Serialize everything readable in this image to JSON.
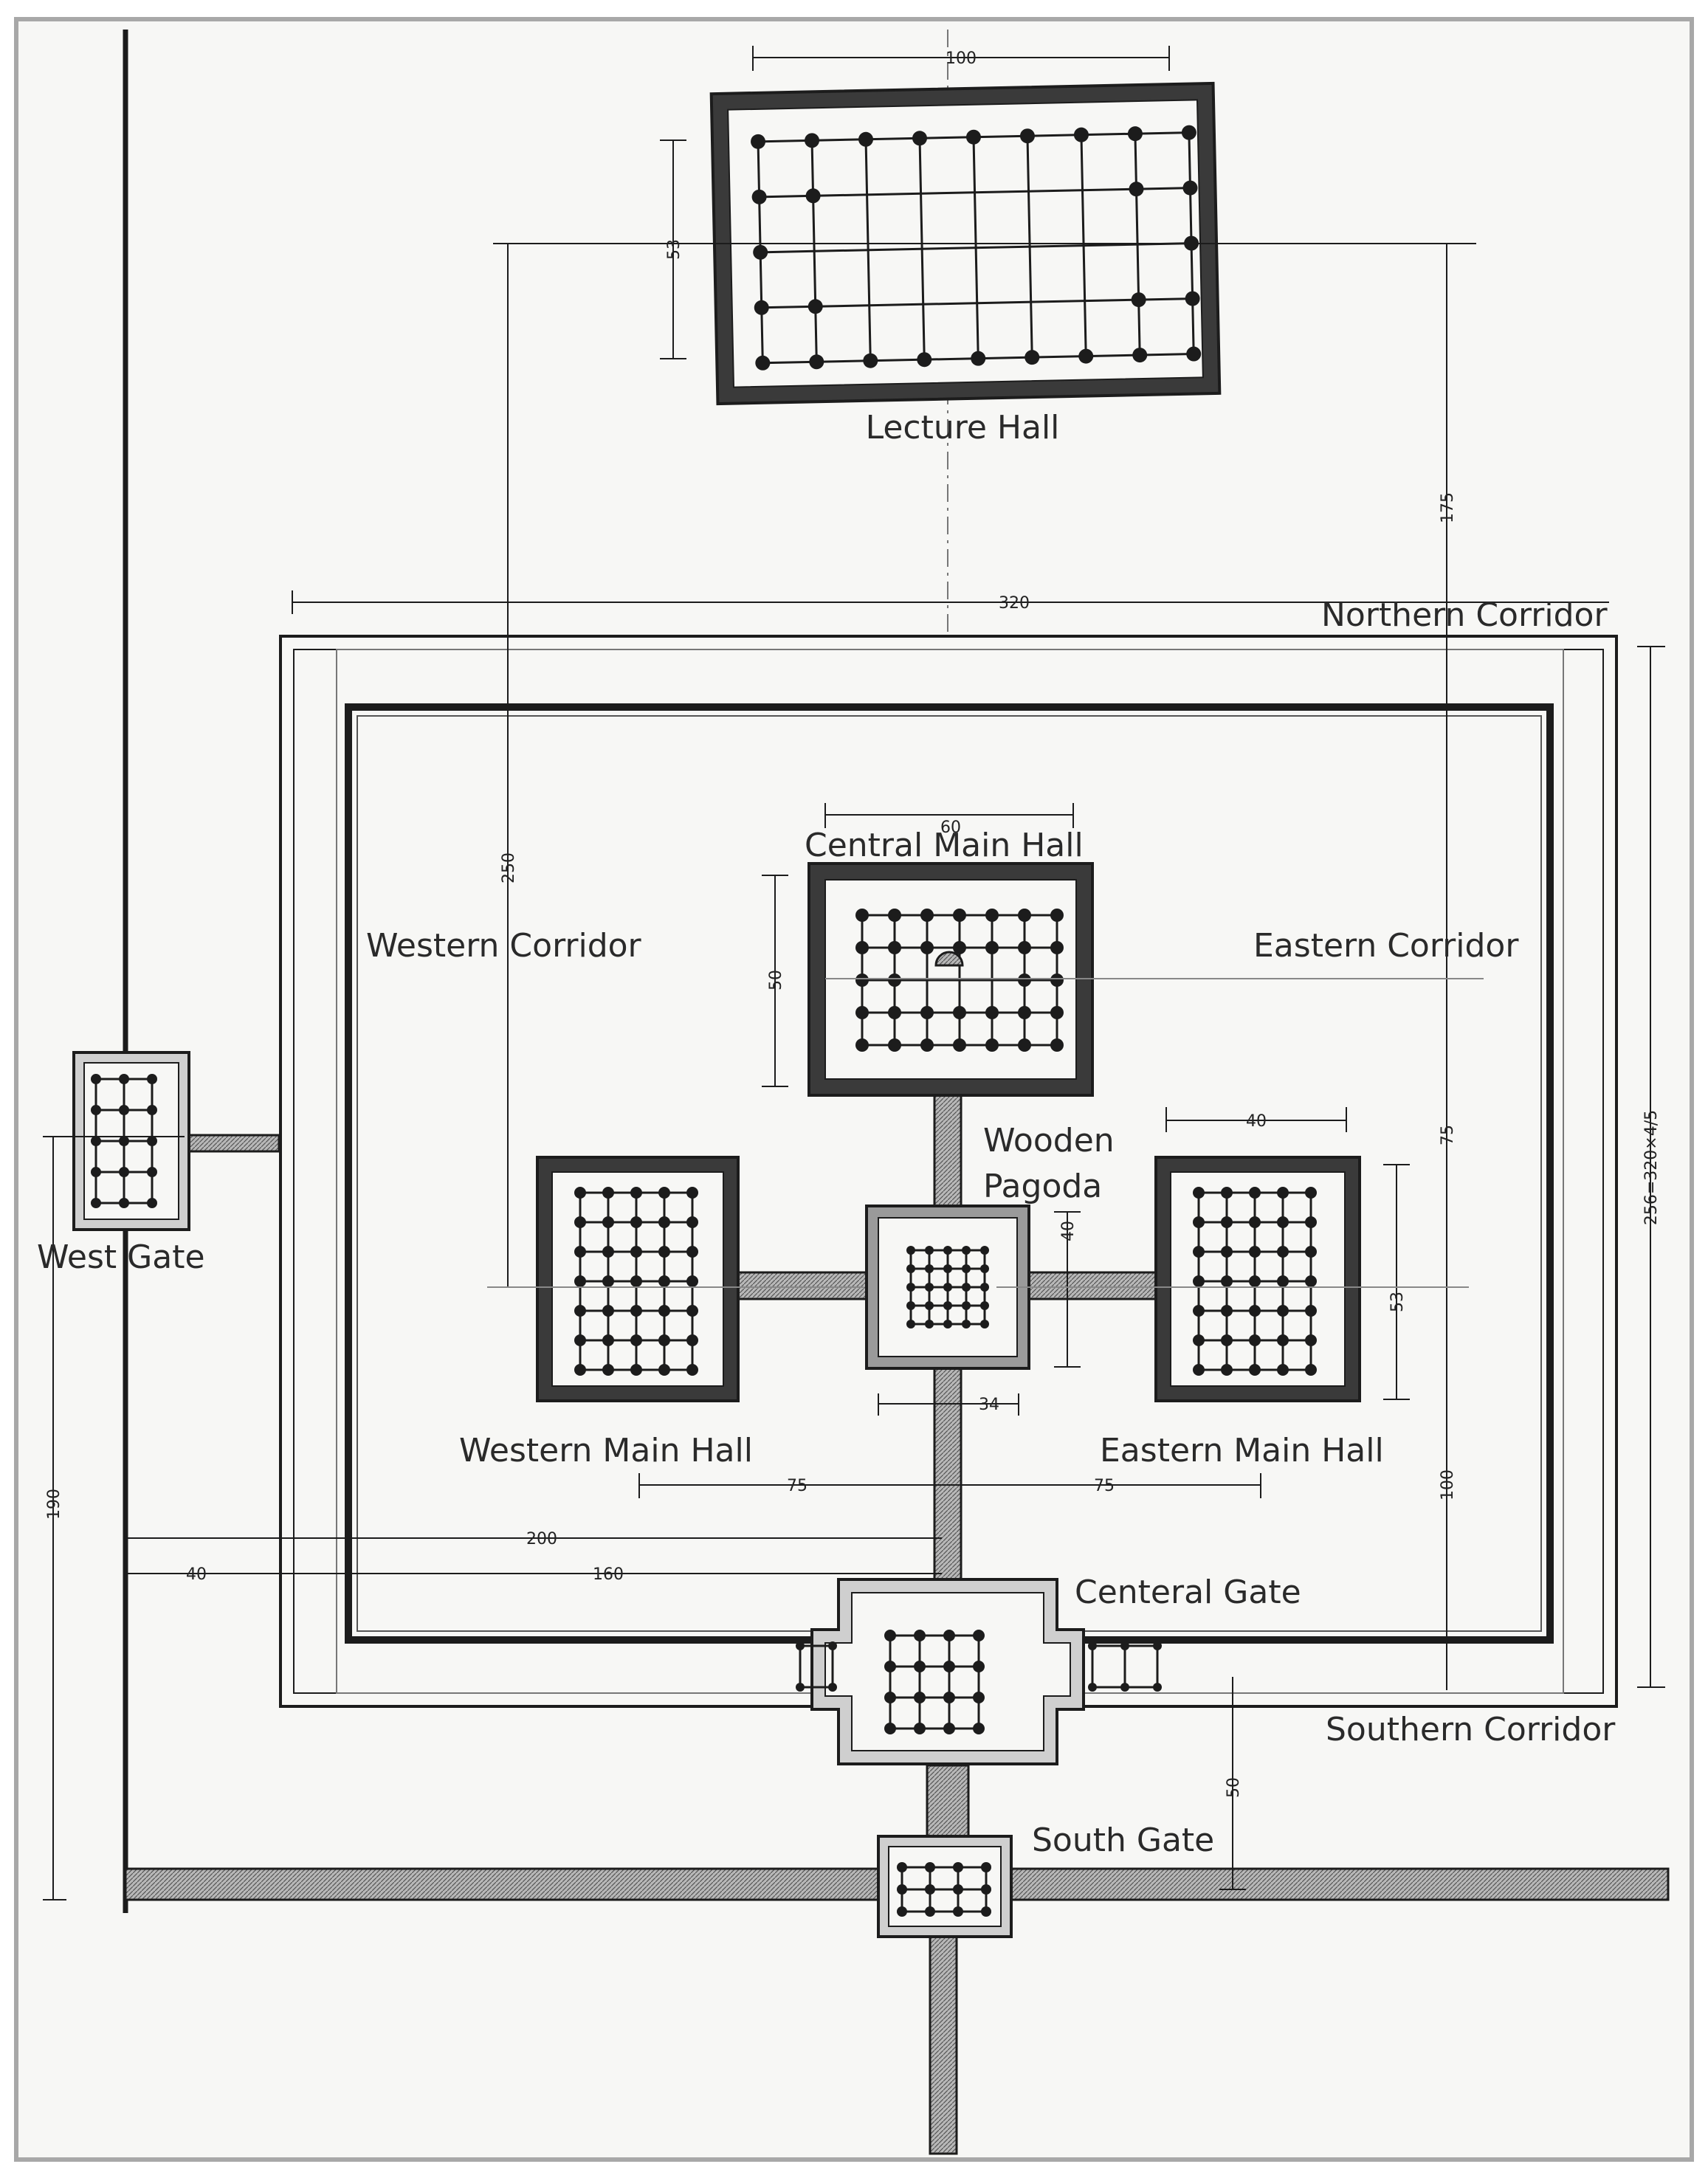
{
  "palette": {
    "ink": "#1c1c1c",
    "paper": "#f6f6f4",
    "wall": "#9a9a9a",
    "frame": "#a8a8a8"
  },
  "labels": {
    "lecture_hall": "Lecture Hall",
    "northern_corridor": "Northern Corridor",
    "central_main_hall": "Central Main Hall",
    "western_corridor": "Western Corridor",
    "eastern_corridor": "Eastern Corridor",
    "wooden_pagoda_1": "Wooden",
    "wooden_pagoda_2": "Pagoda",
    "west_gate": "West Gate",
    "western_main_hall": "Western Main Hall",
    "eastern_main_hall": "Eastern Main Hall",
    "central_gate": "Centeral Gate",
    "southern_corridor": "Southern Corridor",
    "south_gate": "South Gate"
  },
  "dimensions": {
    "lecture_width": "100",
    "lecture_depth": "53",
    "compound_width": "320",
    "north_span": "175",
    "compound_depth": "256=320×4/5",
    "west_depth": "250",
    "central_width": "60",
    "central_depth": "50",
    "east_hall_width": "40",
    "pagoda_depth": "40",
    "east_hall_depth": "53",
    "pagoda_width": "34",
    "mid_span": "75",
    "west_offset": "75",
    "east_offset": "75",
    "gate_offset": "200",
    "gate_road": "40",
    "gate_inner": "160",
    "south_span": "100",
    "west_span": "190",
    "south_gate_span": "50"
  }
}
